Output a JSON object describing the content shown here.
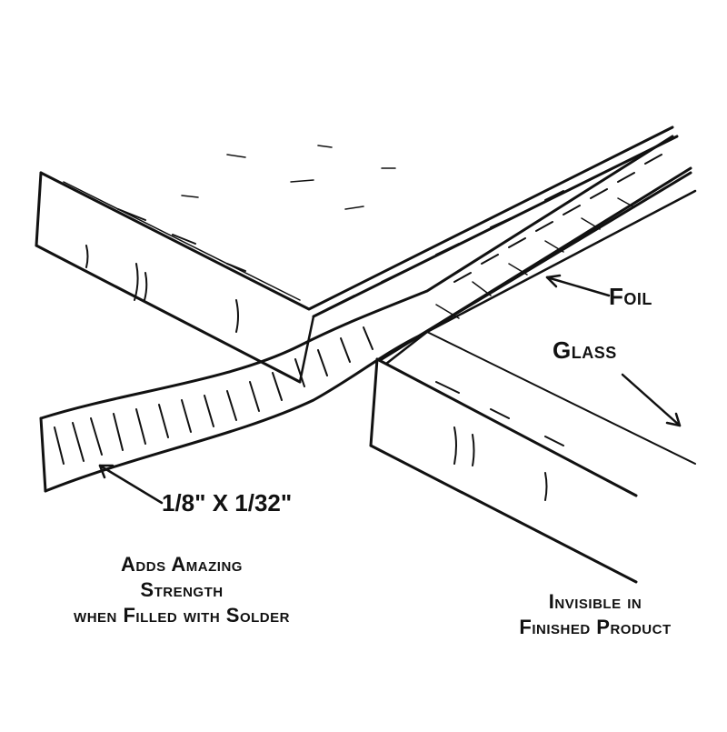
{
  "labels": {
    "foil": "Foil",
    "glass": "Glass",
    "dimension": "1/8\" X 1/32\"",
    "strength_lines": [
      "Adds Amazing",
      "Strength",
      "when Filled with Solder"
    ],
    "invisible_lines": [
      "Invisible in",
      "Finished Product"
    ]
  },
  "colors": {
    "ink": "#111111",
    "paper": "#ffffff"
  }
}
